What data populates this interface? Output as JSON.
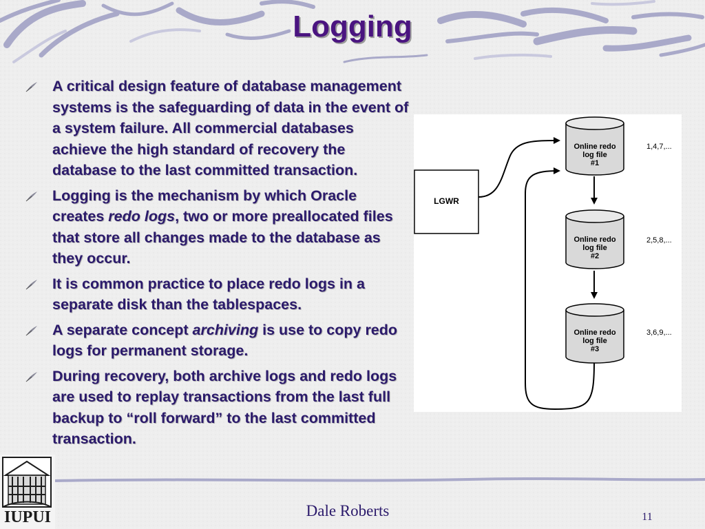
{
  "slide": {
    "title": "Logging",
    "bullets": [
      {
        "parts": [
          {
            "text": "A critical design feature of database management systems is the safeguarding of data in the event of a system failure.  All commercial databases achieve the high standard of recovery the database to the last committed transaction.",
            "italic": false
          }
        ]
      },
      {
        "parts": [
          {
            "text": "Logging is the mechanism by which Oracle creates ",
            "italic": false
          },
          {
            "text": "redo logs",
            "italic": true
          },
          {
            "text": ", two or more preallocated files that store all changes made to the database as they occur.",
            "italic": false
          }
        ]
      },
      {
        "parts": [
          {
            "text": "It is common practice to place redo logs in a separate disk than the tablespaces.",
            "italic": false
          }
        ]
      },
      {
        "parts": [
          {
            "text": "A separate concept ",
            "italic": false
          },
          {
            "text": "archiving",
            "italic": true
          },
          {
            "text": " is use to copy redo logs for permanent storage.",
            "italic": false
          }
        ]
      },
      {
        "parts": [
          {
            "text": "During recovery, both archive logs and redo logs are used to replay transactions from the last full backup to “roll forward” to the last committed transaction.",
            "italic": false
          }
        ]
      }
    ],
    "bullet_icon": "quill-bullet-icon",
    "colors": {
      "title": "#4a1480",
      "text": "#2b1a6b",
      "swirl": "#a9a9c9"
    }
  },
  "diagram": {
    "writer_label": "LGWR",
    "log_files": [
      {
        "line1": "Online redo",
        "line2": "log file",
        "line3": "#1",
        "sequence": "1,4,7,..."
      },
      {
        "line1": "Online redo",
        "line2": "log file",
        "line3": "#2",
        "sequence": "2,5,8,..."
      },
      {
        "line1": "Online redo",
        "line2": "log file",
        "line3": "#3",
        "sequence": "3,6,9,..."
      }
    ]
  },
  "logo": {
    "word": "IUPUI",
    "icon": "campus-building-logo-icon"
  },
  "footer": {
    "author": "Dale Roberts",
    "page_number": "11"
  }
}
